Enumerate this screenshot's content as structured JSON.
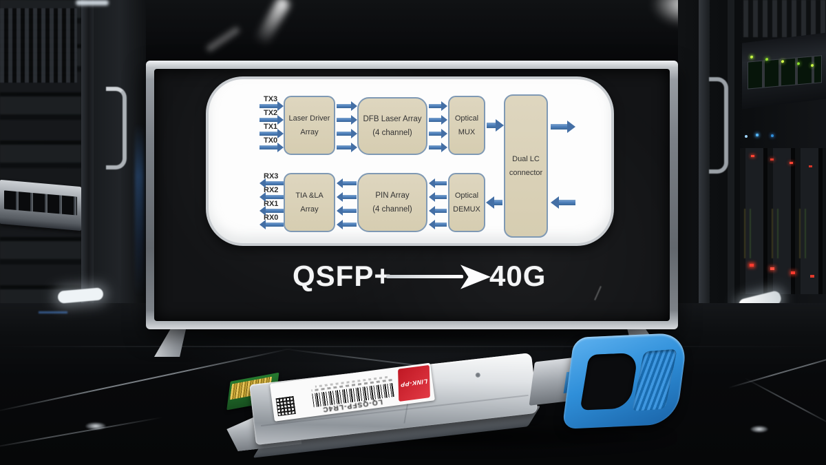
{
  "diagram": {
    "tx_labels": [
      "TX3",
      "TX2",
      "TX1",
      "TX0"
    ],
    "rx_labels": [
      "RX3",
      "RX2",
      "RX1",
      "RX0"
    ],
    "blocks": {
      "laser_driver": [
        "Laser Driver",
        "Array"
      ],
      "dfb_laser": [
        "DFB Laser Array",
        "(4 channel)"
      ],
      "optical_mux": [
        "Optical",
        "MUX"
      ],
      "dual_lc": [
        "Dual LC",
        "connector"
      ],
      "tia_la": [
        "TIA &LA",
        "Array"
      ],
      "pin_array": [
        "PIN Array",
        "(4 channel)"
      ],
      "optical_demux": [
        "Optical",
        "DEMUX"
      ]
    }
  },
  "caption": {
    "module_type": "QSFP+",
    "speed": "40G"
  },
  "transceiver": {
    "brand": "LINK-PP",
    "part_number": "LQ-QSFP-LR4C"
  },
  "colors": {
    "diagram_arrow": "#4f81bd",
    "diagram_box_fill": "#d8d0b5",
    "diagram_box_border": "#7f99b4",
    "caption_text": "#f4f5f6",
    "pull_tab_blue": "#2f8fd9",
    "brand_red": "#d21f2c"
  }
}
